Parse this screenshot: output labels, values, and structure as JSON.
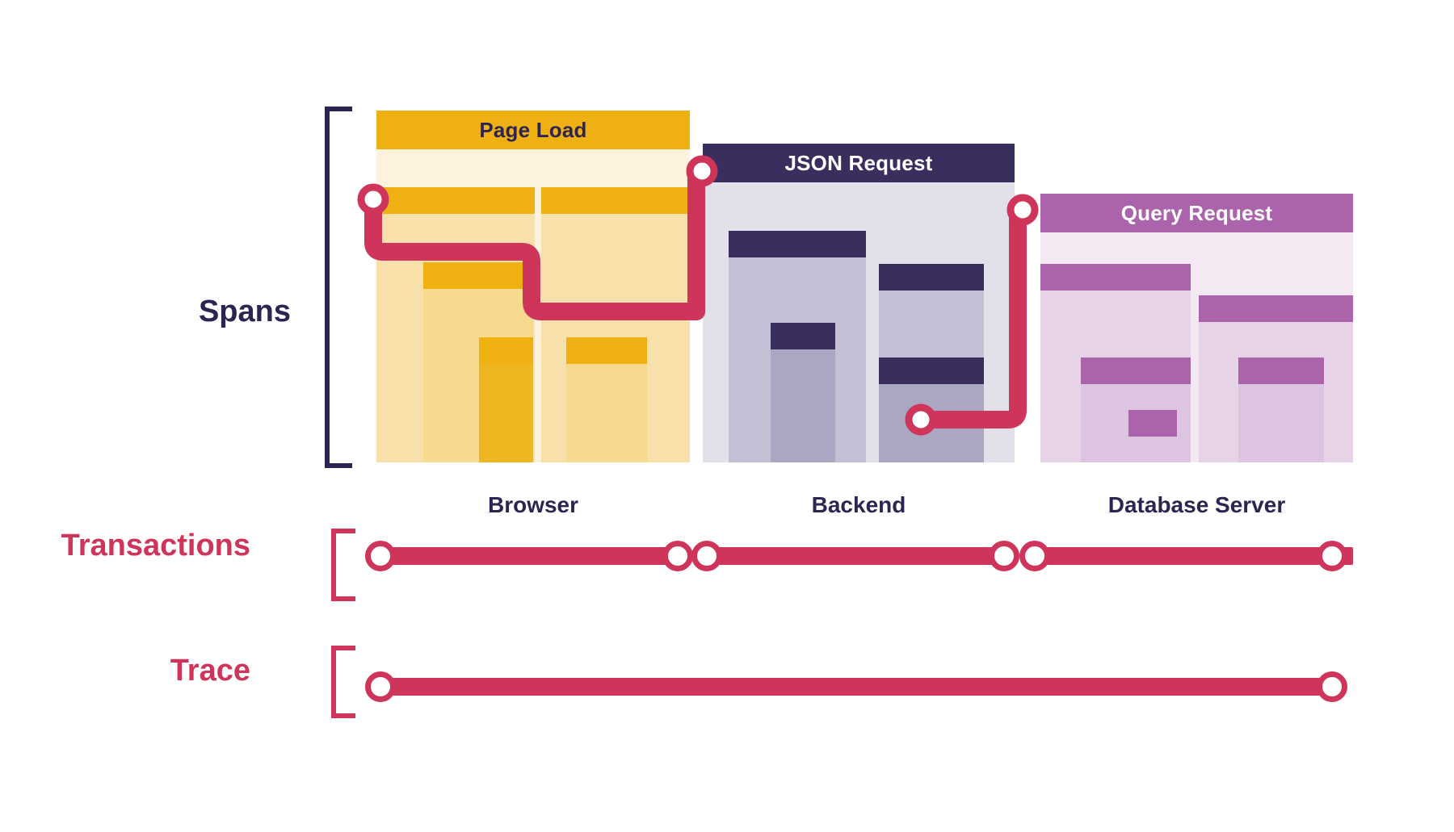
{
  "rows": {
    "spans_label": "Spans",
    "transactions_label": "Transactions",
    "trace_label": "Trace"
  },
  "colors": {
    "ink": "#2e2452",
    "crimson": "#cf355a",
    "browser_header": "#efb111",
    "browser_header_text": "#2e2452",
    "browser_bg": "#fdf3dc",
    "browser_bar_cap": "#efb111",
    "browser_bar_body": "#f8e0ab",
    "browser_bar_body_alt": "#f7d98f",
    "backend_header": "#3a2e5e",
    "backend_header_text": "#ffffff",
    "backend_bg": "#e2e1ea",
    "backend_bar_cap": "#3a2e5e",
    "backend_bar_body": "#c3c0d5",
    "backend_bar_body_alt": "#aaa7c3",
    "database_header": "#ab63ab",
    "database_header_text": "#ffffff",
    "database_bg": "#f4e9f3",
    "database_bar_cap": "#ab63ab",
    "database_bar_body": "#e6d3e8",
    "database_bar_body_alt": "#ddc4e0",
    "page_bg": "#ffffff"
  },
  "services": [
    {
      "id": "browser",
      "header": "Page Load",
      "caption": "Browser",
      "spans": [
        {
          "name": "page-load-root"
        },
        {
          "name": "resource-span-a"
        },
        {
          "name": "resource-span-b"
        },
        {
          "name": "child-span-a"
        },
        {
          "name": "child-span-b"
        },
        {
          "name": "leaf-span-a"
        },
        {
          "name": "leaf-span-b"
        }
      ]
    },
    {
      "id": "backend",
      "header": "JSON Request",
      "caption": "Backend",
      "spans": [
        {
          "name": "json-request-root"
        },
        {
          "name": "handler-span"
        },
        {
          "name": "serializer-span"
        },
        {
          "name": "service-span"
        },
        {
          "name": "db-call-span"
        }
      ]
    },
    {
      "id": "database",
      "header": "Query Request",
      "caption": "Database Server",
      "spans": [
        {
          "name": "query-request-root"
        },
        {
          "name": "parse-span"
        },
        {
          "name": "execute-span"
        },
        {
          "name": "index-scan-span"
        },
        {
          "name": "fetch-span"
        },
        {
          "name": "row-read-span"
        }
      ]
    }
  ],
  "connectors": {
    "nodes": [
      {
        "name": "browser-start-node"
      },
      {
        "name": "browser-to-backend-node"
      },
      {
        "name": "backend-to-database-node"
      },
      {
        "name": "database-start-node"
      }
    ]
  },
  "transactions": {
    "segments": [
      {
        "name": "browser-transaction"
      },
      {
        "name": "backend-transaction"
      },
      {
        "name": "database-transaction"
      }
    ]
  },
  "trace": {
    "segments": [
      {
        "name": "full-trace"
      }
    ]
  }
}
